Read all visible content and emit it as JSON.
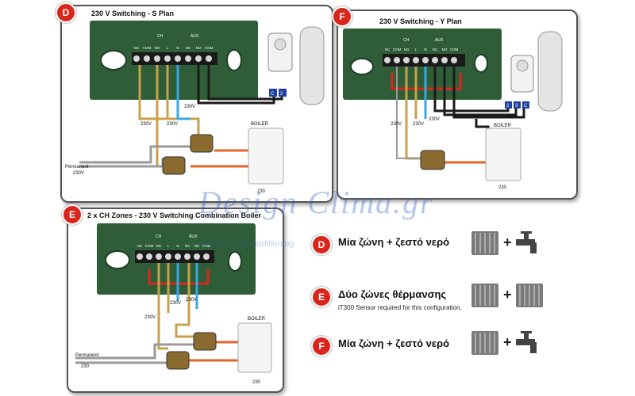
{
  "panels": {
    "d": {
      "badge": "D",
      "title": "230 V Switching - S Plan",
      "terminals_ch": "CH",
      "terminals_aux": "AUX",
      "terminal_labels": [
        "NC",
        "COM",
        "NO",
        "L",
        "N",
        "NC",
        "NO",
        "COM"
      ],
      "volt_labels": [
        "230V",
        "230V",
        "230V"
      ],
      "permanent": "Permanent",
      "permanent_v": "230V",
      "boiler": "BOILER",
      "boiler_num": "230",
      "tag_c": "C",
      "tag_2": "2"
    },
    "f": {
      "badge": "F",
      "title": "230 V Switching - Y Plan",
      "terminals_ch": "CH",
      "terminals_aux": "AUX",
      "terminal_labels": [
        "NC",
        "COM",
        "NO",
        "L",
        "N",
        "NC",
        "NO",
        "COM"
      ],
      "volt_labels": [
        "230V",
        "230V",
        "230V"
      ],
      "boiler": "BOILER",
      "boiler_num": "230",
      "tags": [
        "2",
        "3",
        "C"
      ]
    },
    "e": {
      "badge": "E",
      "title": "2 x CH Zones - 230 V Switching Combination Boiler",
      "terminals_ch": "CH",
      "terminals_aux": "AUX",
      "terminal_labels": [
        "NC",
        "COM",
        "NO",
        "L",
        "N",
        "NC",
        "NO",
        "COM"
      ],
      "volt_labels": [
        "230V",
        "230V",
        "230V"
      ],
      "permanent": "Permanent",
      "permanent_v": "230",
      "boiler": "BOILER",
      "boiler_num": "230"
    }
  },
  "watermark": {
    "main": "Design Clima.gr",
    "sub": "heating & airconditioning"
  },
  "legend": [
    {
      "badge": "D",
      "text": "Μία ζώνη + ζεστό νερό",
      "note": ""
    },
    {
      "badge": "E",
      "text": "Δύο ζώνες θέρμανσης",
      "note": "iT300 Sensor required for this configuration."
    },
    {
      "badge": "F",
      "text": "Μία ζώνη + ζεστό νερό",
      "note": ""
    }
  ],
  "legend_plus": "+",
  "colors": {
    "board": "#2f5d37",
    "terminal_block": "#1a1a1a",
    "wire_live": "#c8a24a",
    "wire_neutral": "#3aa7e0",
    "wire_switched": "#e0662c",
    "wire_red": "#d9261c",
    "badge": "#d9261c"
  }
}
